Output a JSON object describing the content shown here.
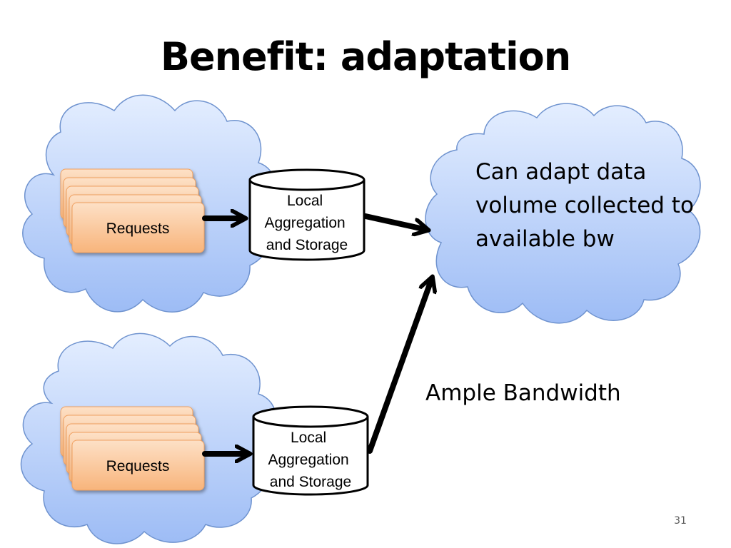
{
  "title": "Benefit: adaptation",
  "slide_number": "31",
  "clusters": [
    {
      "requests_label": "Requests",
      "storage_label": [
        "Local",
        "Aggregation",
        "and Storage"
      ]
    },
    {
      "requests_label": "Requests",
      "storage_label": [
        "Local",
        "Aggregation",
        "and Storage"
      ]
    }
  ],
  "destination_cloud": {
    "lines": [
      "Can adapt data",
      "volume collected to",
      "available bw"
    ]
  },
  "bandwidth_label": "Ample Bandwidth",
  "colors": {
    "cloud_top": "#e4eeff",
    "cloud_bottom": "#9dbcf5",
    "cloud_stroke": "#6f93cf",
    "card_top": "#fde0c6",
    "card_bottom": "#f8b47b",
    "card_stroke": "#f1a161",
    "arrow": "#000000"
  }
}
